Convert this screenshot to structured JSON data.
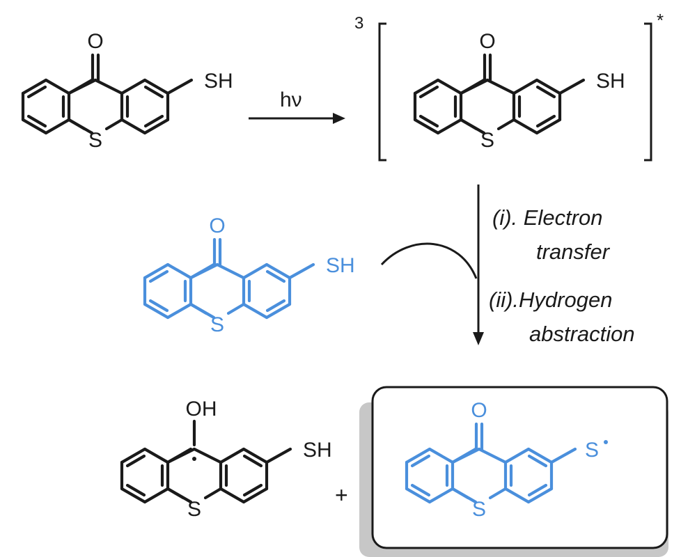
{
  "colors": {
    "ink": "#1a1a1a",
    "accent": "#4a8fdc",
    "box_shadow": "#c7c7c7"
  },
  "atoms": {
    "O": "O",
    "S": "S",
    "SH": "SH",
    "OH": "OH",
    "S_radical": "S"
  },
  "reaction": {
    "photon": "hν",
    "superscript_multiplicity": "3",
    "superscript_excited": "*",
    "plus": "+",
    "step1_line1": "(i). Electron",
    "step1_line2": "transfer",
    "step2_line1": "(ii).Hydrogen",
    "step2_line2": "abstraction"
  }
}
